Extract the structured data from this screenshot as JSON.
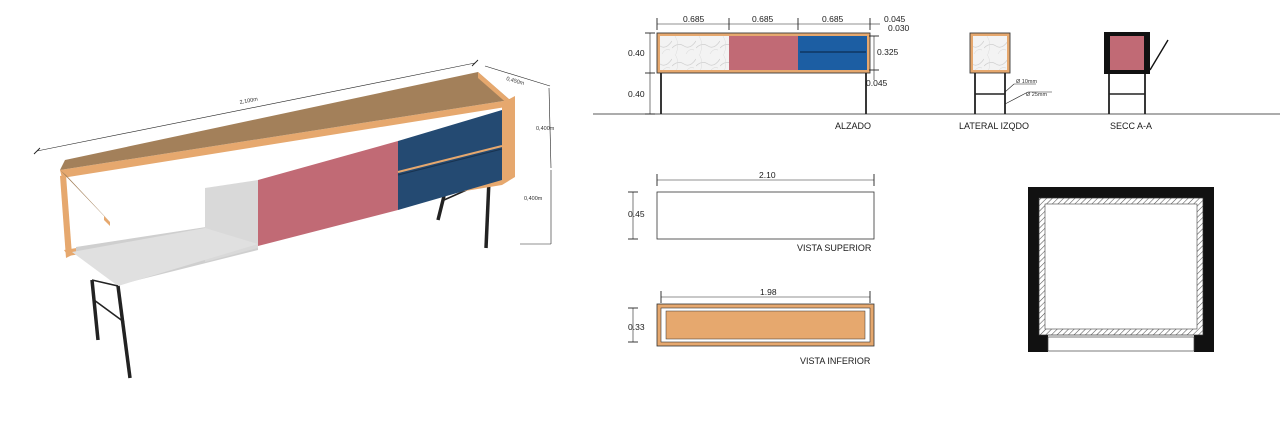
{
  "colors": {
    "wood_top": "#a3805a",
    "oak_frame": "#e6a86e",
    "pink_door": "#c16a75",
    "blue_door": "#244a72",
    "blue_front": "#1c5ea3",
    "grey_inside": "#d4d4d4",
    "leg": "#222222",
    "marble": "#f1f1f1"
  },
  "perspective": {
    "dim_length": "2,100m",
    "dim_depth": "0,450m",
    "dim_body_height": "0,400m",
    "dim_leg_height": "0,400m"
  },
  "alzado": {
    "caption": "ALZADO",
    "widths": [
      "0.685",
      "0.685",
      "0.685"
    ],
    "right_widths": [
      "0.045",
      "0.030"
    ],
    "heights": [
      "0.40",
      "0.40"
    ],
    "right_heights": [
      "0.325",
      "0.045"
    ]
  },
  "lateral": {
    "caption": "LATERAL IZQDO",
    "leg_notes": [
      "Ø 10mm",
      "Ø 25mm"
    ]
  },
  "section": {
    "caption": "SECC A-A"
  },
  "superior": {
    "caption": "VISTA SUPERIOR",
    "width": "2.10",
    "height": "0.45"
  },
  "inferior": {
    "caption": "VISTA INFERIOR",
    "width": "1.98",
    "height": "0.33"
  }
}
